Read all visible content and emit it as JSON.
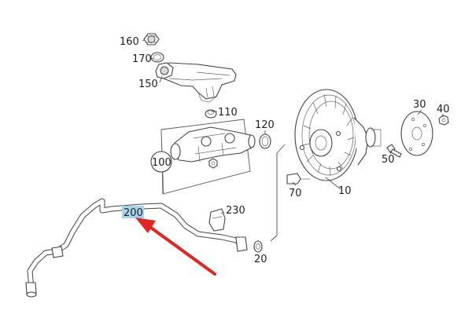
{
  "labels": {
    "l10": "10",
    "l20": "20",
    "l30": "30",
    "l40": "40",
    "l50": "50",
    "l70": "70",
    "l100": "100",
    "l110": "110",
    "l120": "120",
    "l150": "150",
    "l160": "160",
    "l170": "170",
    "l200": "200",
    "l230": "230"
  },
  "colors": {
    "highlight": "#a7d4ea",
    "arrow": "#e52421",
    "line": "#555555"
  }
}
